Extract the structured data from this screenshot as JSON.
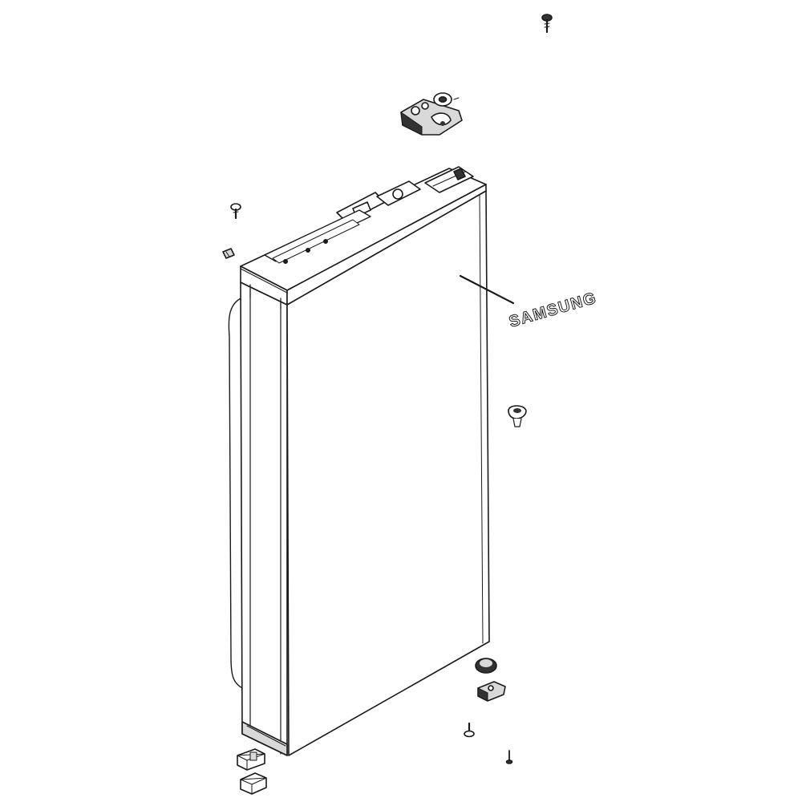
{
  "diagram": {
    "brand_label": "SAMSUNG",
    "colors": {
      "line": "#1a1a1a",
      "fill": "#ffffff",
      "shade": "#d9d9d9",
      "dark": "#333333"
    },
    "parts": [
      {
        "id": "door-panel",
        "icon": "refrigerator-door"
      },
      {
        "id": "top-door-cap",
        "icon": "door-cap"
      },
      {
        "id": "upper-hinge-bracket",
        "icon": "hinge-bracket"
      },
      {
        "id": "hinge-washer",
        "icon": "washer"
      },
      {
        "id": "top-hinge-screw",
        "icon": "screw"
      },
      {
        "id": "cap-screw",
        "icon": "screw"
      },
      {
        "id": "door-stopper-clip",
        "icon": "clip"
      },
      {
        "id": "samsung-badge",
        "icon": "logo-badge"
      },
      {
        "id": "door-plug",
        "icon": "plug"
      },
      {
        "id": "lower-hinge-bushing",
        "icon": "bushing"
      },
      {
        "id": "lower-hinge-bracket",
        "icon": "hinge-bracket"
      },
      {
        "id": "lower-screw",
        "icon": "screw"
      },
      {
        "id": "lower-pin",
        "icon": "pin"
      },
      {
        "id": "door-stop-block",
        "icon": "stop-block"
      },
      {
        "id": "door-stop-cover",
        "icon": "cover-block"
      }
    ]
  }
}
